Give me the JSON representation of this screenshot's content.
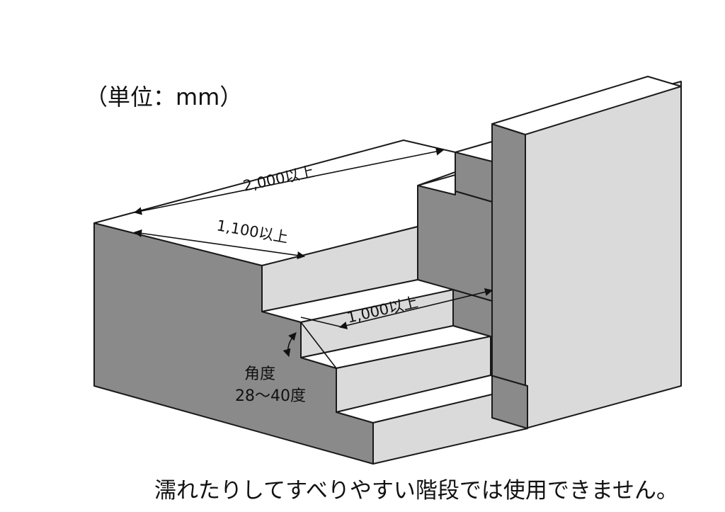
{
  "unit_label": "（単位：mm）",
  "dimensions": {
    "landing_length": "2,000以上",
    "landing_width": "1,100以上",
    "tread_width": "1,000以上"
  },
  "angle": {
    "line1": "角度",
    "line2": "28～40度"
  },
  "warning": "濡れたりしてすべりやすい階段では使用できません。",
  "colors": {
    "top_face": "#ffffff",
    "front_face": "#dadada",
    "side_face": "#8a8a8a",
    "outline": "#1a1a1a"
  }
}
